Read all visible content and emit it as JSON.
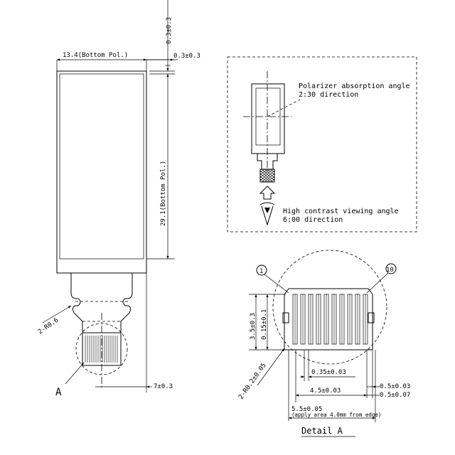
{
  "dims": {
    "top_margin": "0.3±0.3",
    "side_margin": "0.3±0.3",
    "width": "13.4(Bottom Pol.)",
    "height": "29.1(Bottom Pol.)",
    "fpc_length": "7±0.3",
    "radius": "2-R0.6",
    "detail_label": "A"
  },
  "polarizer": {
    "absorption_line1": "Polarizer absorption angle",
    "absorption_line2": "2:30 direction",
    "viewing_line1": "High contrast viewing angle",
    "viewing_line2": "6:00 direction"
  },
  "detail": {
    "title": "Detail A",
    "pin_first": "1",
    "pin_last": "10",
    "d_height": "3.5±0.3",
    "d_thick": "0.15±0.1",
    "d_radius": "2-R0.2±0.05",
    "d_pitch": "0.35±0.03",
    "d_span": "4.5±0.03",
    "d_total": "5.5±0.05",
    "d_apply": "(apply area 4.0mm from edge)",
    "d_edge1": "0.5±0.03",
    "d_edge2": "0.5±0.07"
  }
}
